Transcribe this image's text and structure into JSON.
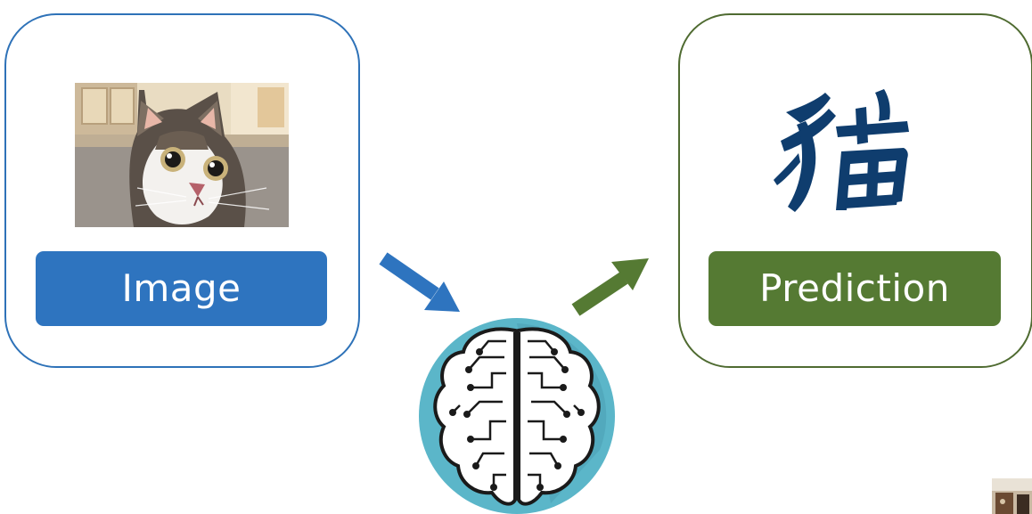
{
  "diagram": {
    "input": {
      "label": "Image",
      "image_icon": "cat-photo",
      "border_color": "#2e72b8",
      "label_color": "#2e74bf"
    },
    "model": {
      "icon": "brain-circuit-icon",
      "circle_color": "#5bb6c9"
    },
    "output": {
      "label": "Prediction",
      "prediction_icon": "chinese-character-cat",
      "border_color": "#4f6b31",
      "label_color": "#557a33"
    },
    "arrows": [
      {
        "from": "input",
        "to": "model",
        "color": "#2e74bf"
      },
      {
        "from": "model",
        "to": "output",
        "color": "#557a33"
      }
    ]
  }
}
